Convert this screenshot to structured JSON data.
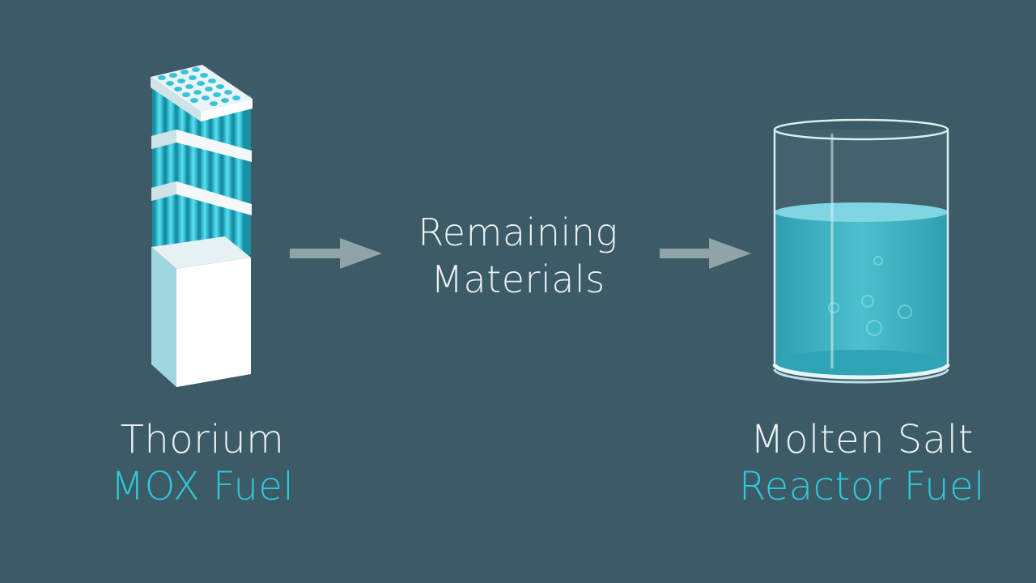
{
  "fuel_assembly": {
    "title": "Thorium",
    "subtitle": "MOX Fuel"
  },
  "process": {
    "line1": "Remaining",
    "line2": "Materials"
  },
  "reactor": {
    "title": "Molten Salt",
    "subtitle": "Reactor Fuel"
  },
  "colors": {
    "background": "#3c5b66",
    "accent": "#2ec9dc",
    "text": "#ecf1f2",
    "arrow": "#8fa3a9",
    "liquid": "#3fb6c6"
  }
}
